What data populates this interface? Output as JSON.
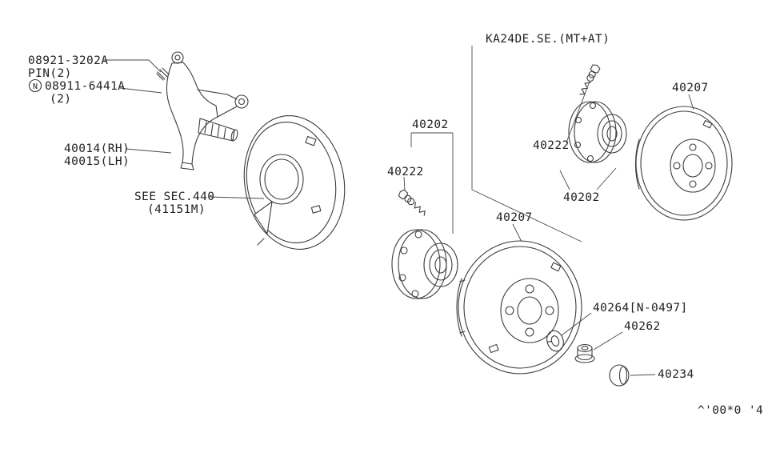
{
  "page": {
    "background": "#ffffff",
    "ink": "#3c3c3c",
    "text_color": "#222222"
  },
  "callouts": {
    "pin": {
      "part": "08921-3202A",
      "qty": "PIN(2)"
    },
    "nut": {
      "symbol": "N",
      "part": "08911-6441A",
      "qty": "(2)"
    },
    "knuckle": {
      "rh": "40014(RH)",
      "lh": "40015(LH)"
    },
    "splash_shield": {
      "ref": "SEE SEC.440",
      "sub": "(41151M)"
    },
    "variant": {
      "label": "KA24DE.SE.(MT+AT)"
    },
    "center": {
      "hub": "40202",
      "bolt": "40222",
      "rotor": "40207"
    },
    "right": {
      "hub": "40202",
      "bolt": "40222",
      "rotor": "40207"
    },
    "washer": "40264[N-0497]",
    "locknut": "40262",
    "cap": "40234",
    "footer_code": "^'00*0 '4"
  }
}
